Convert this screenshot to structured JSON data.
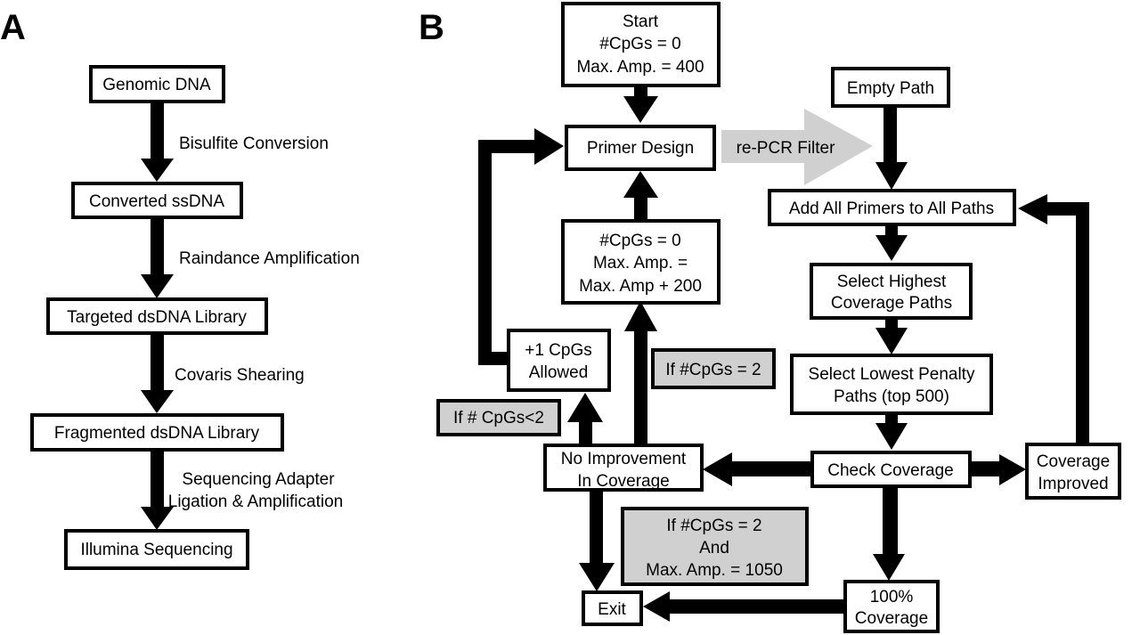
{
  "panel_a": {
    "label": "A",
    "nodes": [
      {
        "id": "genomic-dna",
        "text": "Genomic DNA"
      },
      {
        "id": "converted-ssdna",
        "text": "Converted ssDNA"
      },
      {
        "id": "targeted-dsdna-library",
        "text": "Targeted dsDNA Library"
      },
      {
        "id": "fragmented-dsdna-library",
        "text": "Fragmented dsDNA Library"
      },
      {
        "id": "illumina-sequencing",
        "text": "Illumina Sequencing"
      }
    ],
    "steps": [
      {
        "lines": [
          "Bisulfite Conversion"
        ]
      },
      {
        "lines": [
          "Raindance Amplification"
        ]
      },
      {
        "lines": [
          "Covaris Shearing"
        ]
      },
      {
        "lines": [
          "Sequencing Adapter",
          "Ligation & Amplification"
        ]
      }
    ]
  },
  "panel_b": {
    "label": "B",
    "start": {
      "lines": [
        "Start",
        "#CpGs = 0",
        "Max. Amp. = 400"
      ]
    },
    "primer_design": {
      "lines": [
        "Primer Design"
      ]
    },
    "re_pcr_filter": {
      "lines": [
        "re-PCR Filter"
      ]
    },
    "empty_path": {
      "lines": [
        "Empty Path"
      ]
    },
    "add_all_primers": {
      "lines": [
        "Add All Primers to All Paths"
      ]
    },
    "select_highest": {
      "lines": [
        "Select Highest",
        "Coverage Paths"
      ]
    },
    "select_lowest": {
      "lines": [
        "Select Lowest Penalty",
        "Paths (top 500)"
      ]
    },
    "check_coverage": {
      "lines": [
        "Check Coverage"
      ]
    },
    "coverage_improved": {
      "lines": [
        "Coverage",
        "Improved"
      ]
    },
    "full_coverage": {
      "lines": [
        "100%",
        "Coverage"
      ]
    },
    "exit": {
      "lines": [
        "Exit"
      ]
    },
    "no_improvement": {
      "lines": [
        "No Improvement",
        "In Coverage"
      ]
    },
    "increase_amp": {
      "lines": [
        "#CpGs = 0",
        "Max. Amp. =",
        "Max. Amp + 200"
      ]
    },
    "plus_one_cpg": {
      "lines": [
        "+1 CpGs",
        "Allowed"
      ]
    },
    "cond_cpg_eq_2": {
      "lines": [
        "If #CpGs = 2"
      ]
    },
    "cond_cpg_lt_2": {
      "lines": [
        "If # CpGs<2"
      ]
    },
    "cond_exit": {
      "lines": [
        "If #CpGs = 2",
        "And",
        "Max. Amp. = 1050"
      ]
    }
  }
}
